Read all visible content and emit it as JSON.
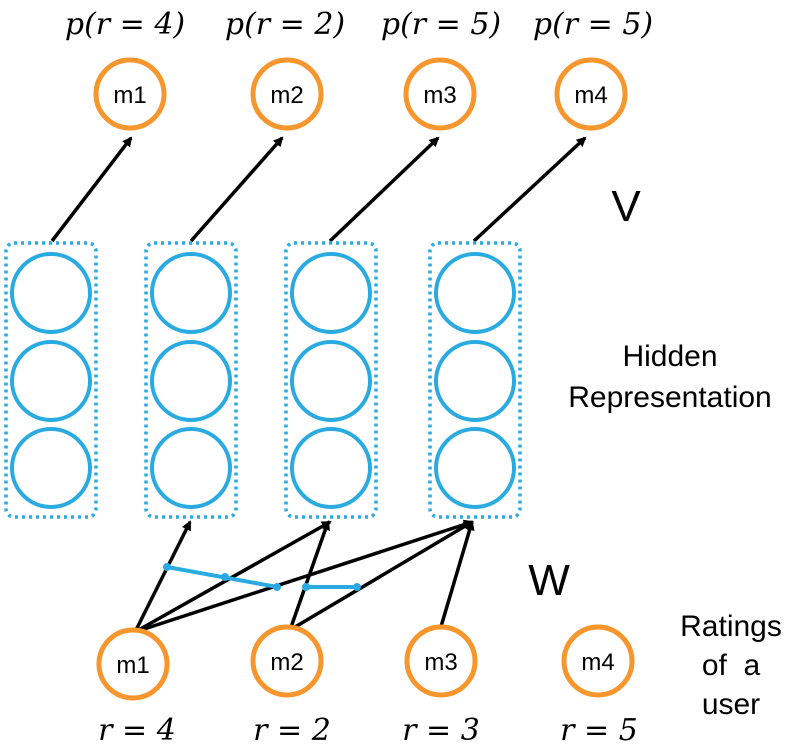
{
  "colors": {
    "movie_node": "#F7962D",
    "hidden_unit": "#29ABE2",
    "arrow": "#000000"
  },
  "output_probs": [
    "p(r = 4)",
    "p(r = 2)",
    "p(r = 5)",
    "p(r = 5)"
  ],
  "output_nodes": [
    "m1",
    "m2",
    "m3",
    "m4"
  ],
  "input_nodes": [
    "m1",
    "m2",
    "m3",
    "m4"
  ],
  "input_ratings": [
    "r = 4",
    "r = 2",
    "r = 3",
    "r = 5"
  ],
  "labels": {
    "v": "V",
    "w": "W",
    "hidden_line1": "Hidden",
    "hidden_line2": "Representation",
    "ratings_line1": "Ratings",
    "ratings_line2": "of  a",
    "ratings_line3": "user"
  }
}
